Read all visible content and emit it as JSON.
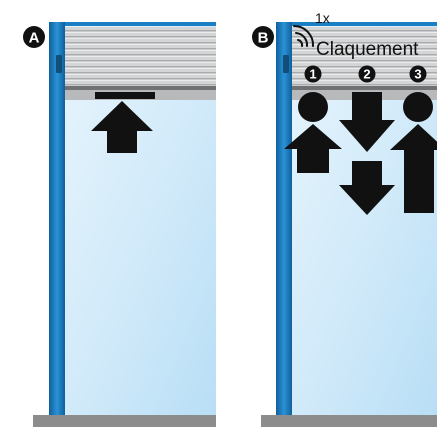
{
  "panels": [
    {
      "letter": "A"
    },
    {
      "letter": "B",
      "signal_count": "1x",
      "signal_label": "Claquement",
      "steps": [
        "1",
        "2",
        "3"
      ]
    }
  ],
  "colors": {
    "frame_blue": "#1b7fc4",
    "glass_light": "#eef7fd",
    "glass_dark": "#b5dcf5",
    "shutter_grey": "#cfd0d1",
    "arrow": "#111111",
    "floor": "#8c8c8c"
  }
}
